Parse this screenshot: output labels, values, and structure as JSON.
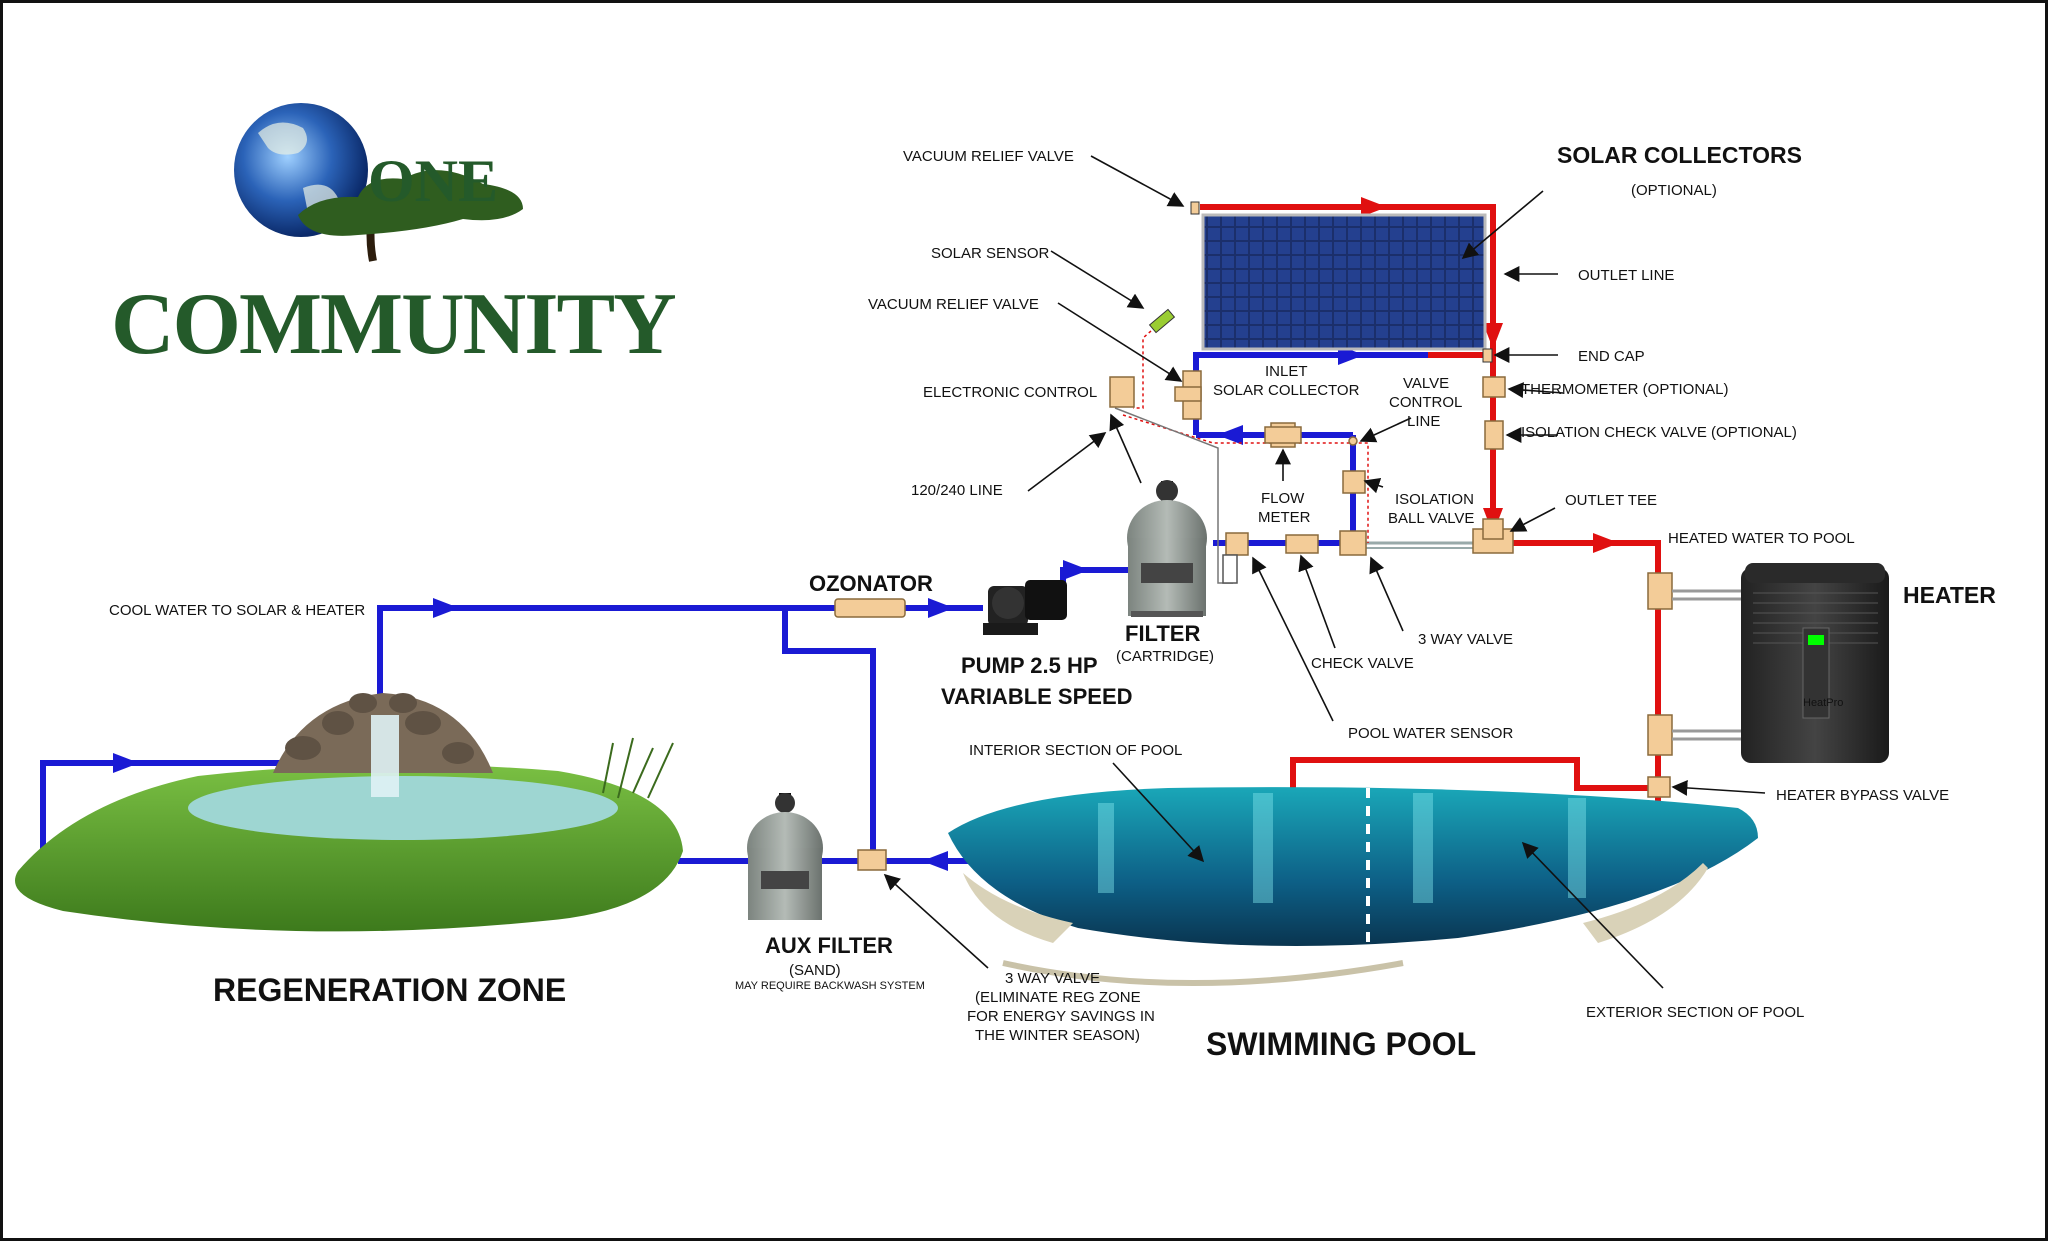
{
  "logo": {
    "line1": "ONE",
    "line2": "COMMUNITY"
  },
  "titles": {
    "solar_collectors": "SOLAR COLLECTORS",
    "solar_optional": "(OPTIONAL)",
    "heater": "HEATER",
    "ozonator": "OZONATOR",
    "filter": "FILTER",
    "filter_sub": "(CARTRIDGE)",
    "pump_line1": "PUMP 2.5 HP",
    "pump_line2": "VARIABLE SPEED",
    "aux_filter": "AUX FILTER",
    "aux_sub1": "(SAND)",
    "aux_sub2": "MAY REQUIRE BACKWASH SYSTEM",
    "regeneration_zone": "REGENERATION ZONE",
    "swimming_pool": "SWIMMING POOL"
  },
  "labels": {
    "vacuum_relief_top": "VACUUM RELIEF VALVE",
    "solar_sensor": "SOLAR SENSOR",
    "vacuum_relief_2": "VACUUM RELIEF VALVE",
    "electronic_control": "ELECTRONIC CONTROL",
    "line_120_240": "120/240 LINE",
    "outlet_line": "OUTLET LINE",
    "end_cap": "END CAP",
    "thermometer": "THERMOMETER (OPTIONAL)",
    "isolation_check": "ISOLATION CHECK VALVE (OPTIONAL)",
    "outlet_tee": "OUTLET TEE",
    "heated_water": "HEATED WATER TO POOL",
    "inlet_line1": "INLET",
    "inlet_line2": "SOLAR COLLECTOR",
    "valve_control_1": "VALVE",
    "valve_control_2": "CONTROL",
    "valve_control_3": "LINE",
    "flow_meter_1": "FLOW",
    "flow_meter_2": "METER",
    "isolation_ball_1": "ISOLATION",
    "isolation_ball_2": "BALL VALVE",
    "check_valve": "CHECK VALVE",
    "three_way_top": "3 WAY VALVE",
    "pool_water_sensor": "POOL WATER SENSOR",
    "cool_water": "COOL WATER TO SOLAR & HEATER",
    "interior_section": "INTERIOR SECTION OF POOL",
    "exterior_section": "EXTERIOR SECTION OF POOL",
    "heater_bypass": "HEATER BYPASS VALVE",
    "three_way_bottom_1": "3 WAY VALVE",
    "three_way_bottom_2": "(ELIMINATE REG ZONE",
    "three_way_bottom_3": "FOR ENERGY SAVINGS IN",
    "three_way_bottom_4": "THE WINTER SEASON)",
    "heater_brand": "HeatPro"
  },
  "colors": {
    "cold_pipe": "#1a1ad4",
    "hot_pipe": "#e01010",
    "fitting": "#f3cc98",
    "logo_green": "#245a2a"
  }
}
